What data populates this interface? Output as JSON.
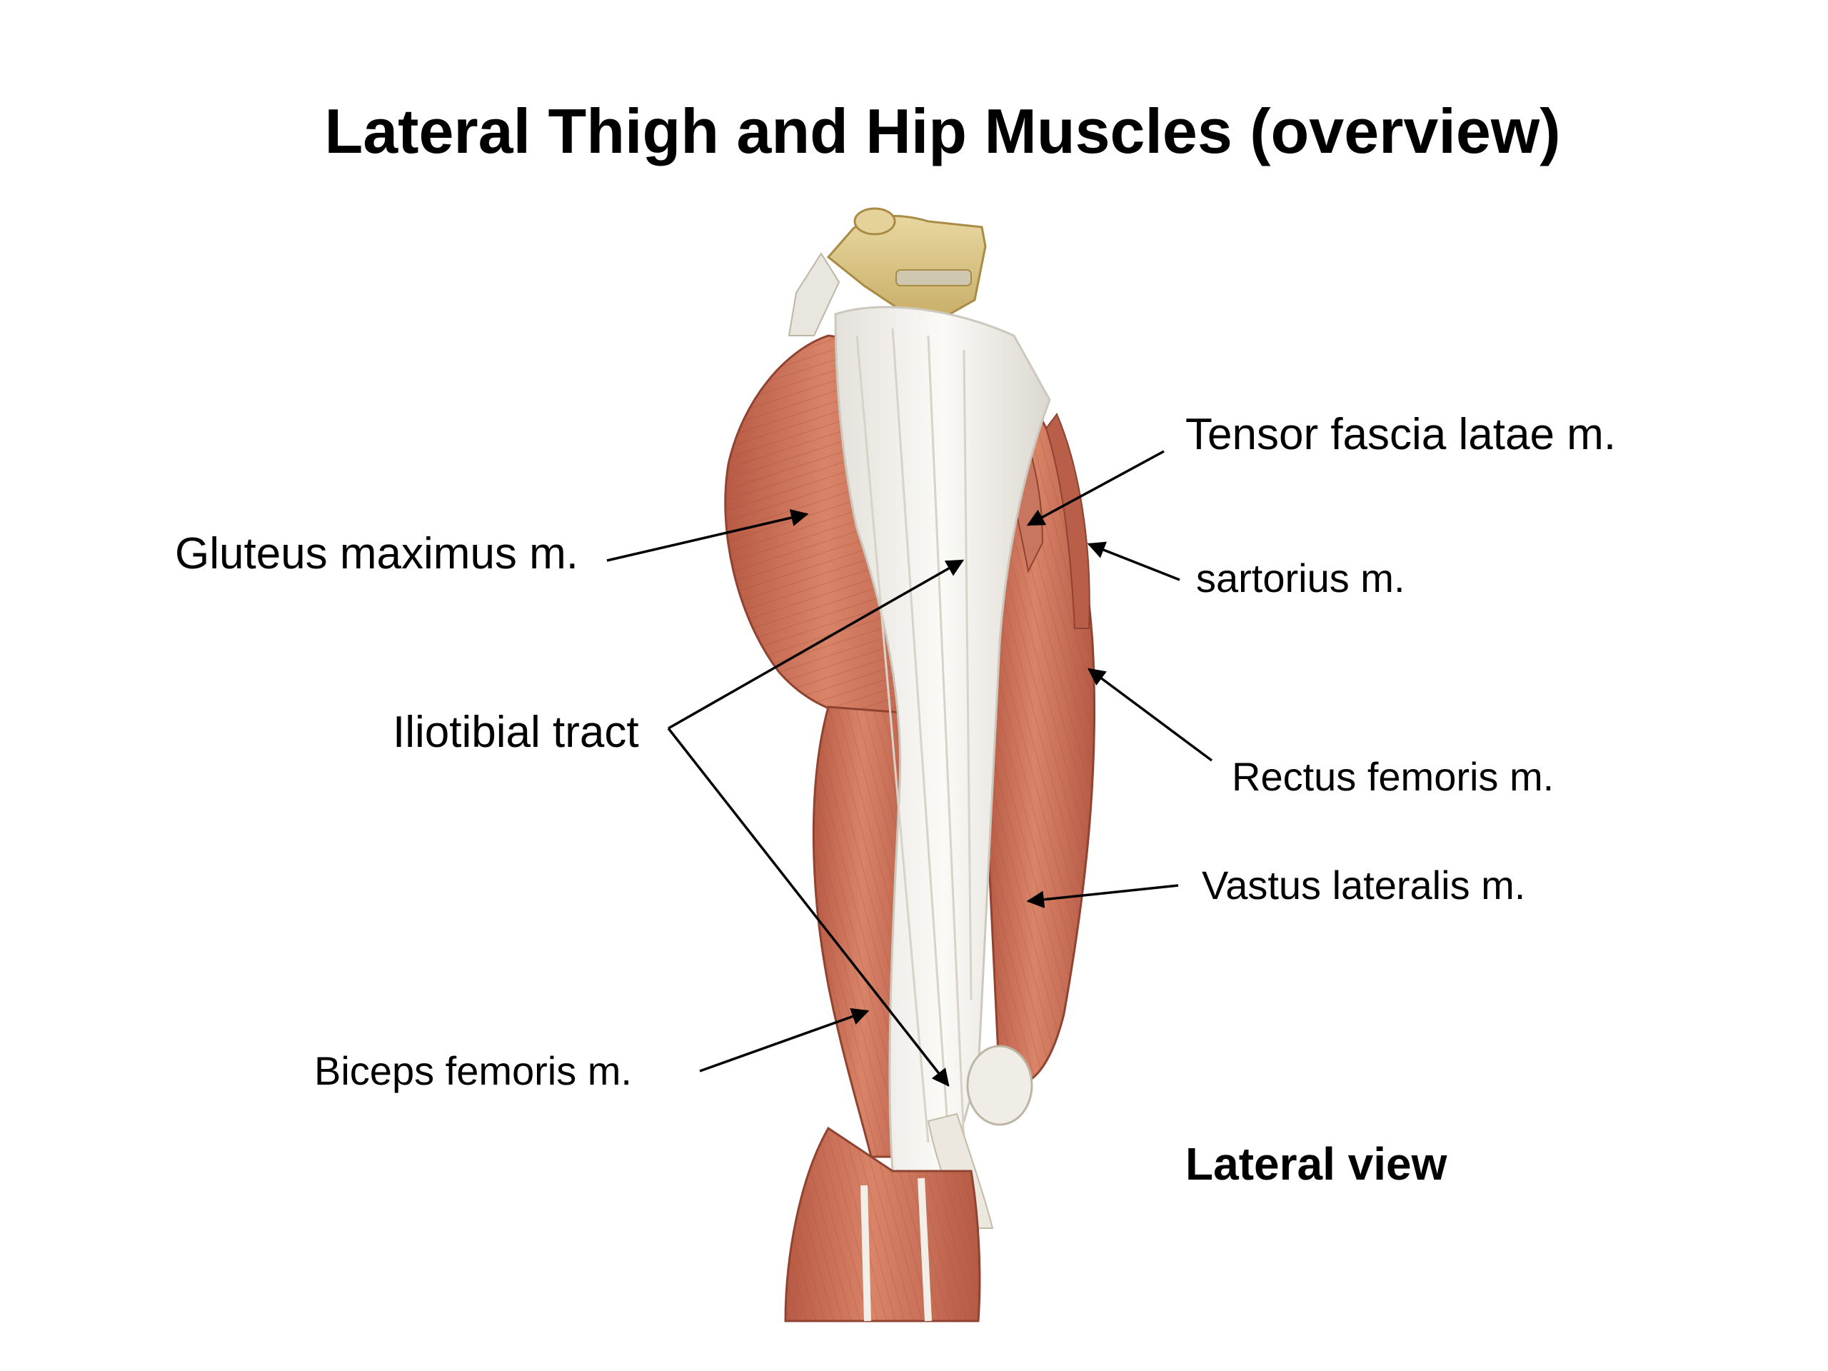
{
  "slide": {
    "title": "Lateral Thigh and Hip Muscles (overview)",
    "view_label": "Lateral view"
  },
  "labels": {
    "tensor_fascia_latae": "Tensor fascia latae m.",
    "gluteus_maximus": "Gluteus maximus m.",
    "sartorius": "sartorius m.",
    "iliotibial_tract": "Iliotibial tract",
    "rectus_femoris": "Rectus femoris m.",
    "vastus_lateralis": "Vastus lateralis m.",
    "biceps_femoris": "Biceps femoris m."
  },
  "colors": {
    "muscle": "#c8705a",
    "muscle_dark": "#a9503d",
    "muscle_light": "#e2977e",
    "tendon": "#f1efe9",
    "bone": "#d9c48a",
    "leader_lines": "#000000"
  }
}
